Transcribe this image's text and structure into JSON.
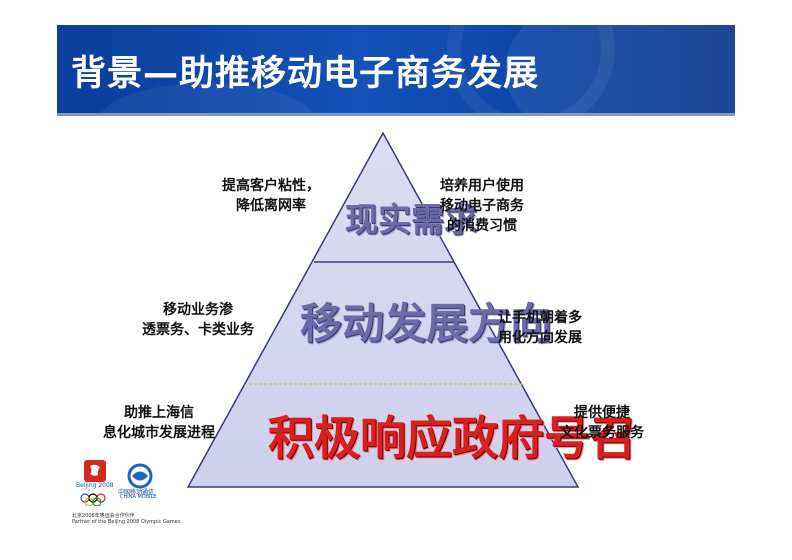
{
  "header": {
    "title": "背景—助推移动电子商务发展"
  },
  "pyramid": {
    "tiers": [
      {
        "label": "现实需求",
        "color": "#6e6aa8"
      },
      {
        "label": "移动发展方向",
        "color": "#6e6aa8"
      },
      {
        "label": "积极响应政府号召",
        "color": "#d82020"
      }
    ],
    "fill_color": "#d6d6f0",
    "left_notes": [
      [
        "提高客户粘性，",
        "降低离网率"
      ],
      [
        "移动业务渗",
        "透票务、卡类业务"
      ],
      [
        "助推上海信",
        "息化城市发展进程"
      ]
    ],
    "right_notes": [
      [
        "培养用户使用",
        "移动电子商务",
        "的消费习惯"
      ],
      [
        "让手机朝着多",
        "用化方向发展"
      ],
      [
        "提供便捷",
        "文化票务服务"
      ]
    ]
  },
  "footer": {
    "beijing_logo_text": "Beijing 2008",
    "mobile_logo_text": "中国移动通信",
    "mobile_logo_en": "CHINA MOBILE",
    "partner_line1": "北京2008年奥运会合作伙伴",
    "partner_line2": "Partner of the Beijing 2008 Olympic Games"
  }
}
